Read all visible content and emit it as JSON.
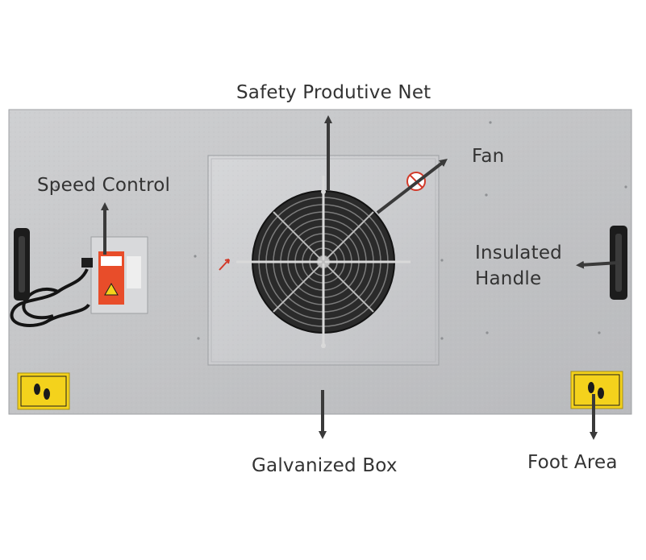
{
  "labels": {
    "safety_net": "Safety Produtive Net",
    "fan": "Fan",
    "speed_control": "Speed Control",
    "insulated_handle": [
      "Insulated",
      "Handle"
    ],
    "galvanized_box": "Galvanized Box",
    "foot_area": "Foot Area"
  },
  "colors": {
    "panel": "#c4c5c7",
    "panel_edge": "#9fa1a4",
    "fan_guard": "#1b1b1b",
    "handle": "#1c1c1c",
    "warning_yellow": "#f4d21c",
    "arrow": "#3a3a3a",
    "text": "#333333"
  },
  "icons": {
    "handle_left": "handle-icon",
    "handle_right": "handle-icon",
    "fan": "fan-guard-icon",
    "foot_sticker_left": "footprint-warning-icon",
    "foot_sticker_right": "footprint-warning-icon",
    "no_hands_sticker": "prohibition-icon",
    "speed_controller": "speed-controller-icon"
  }
}
